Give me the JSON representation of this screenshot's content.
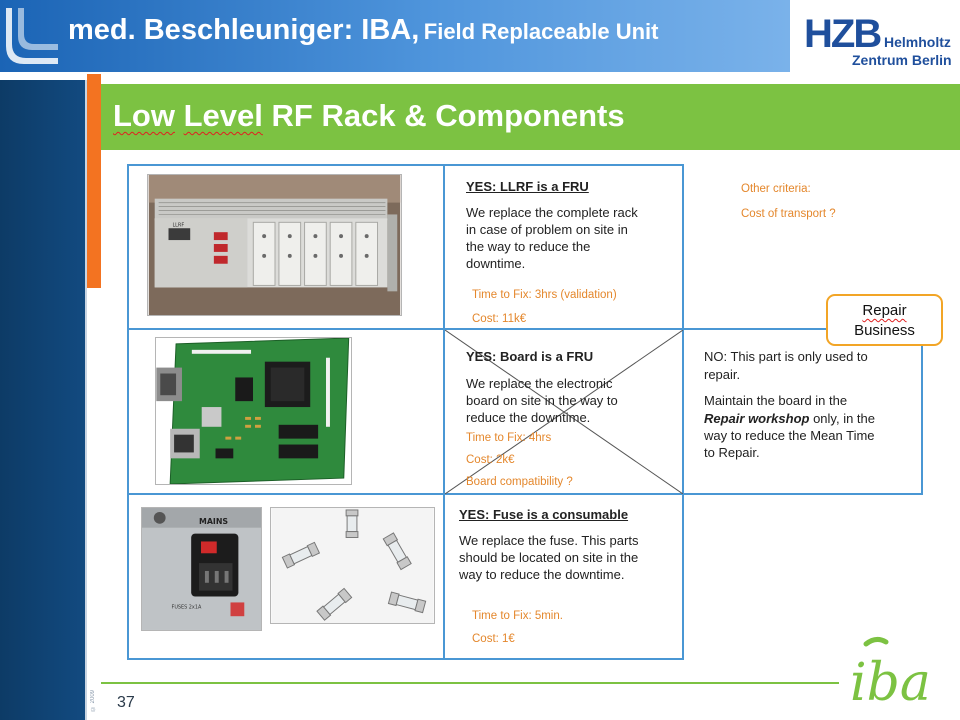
{
  "header": {
    "title_main": "med. Beschleuniger: IBA,",
    "title_sub": "Field Replaceable Unit"
  },
  "logo": {
    "abbr": "HZB",
    "line1": "Helmholtz",
    "line2": "Zentrum Berlin"
  },
  "slide": {
    "title_word1": "Low",
    "title_word2": "Level",
    "title_rest": "RF Rack & Components"
  },
  "rows": [
    {
      "heading": "YES:  LLRF is a FRU",
      "body": [
        "We replace the complete  rack",
        "in case of problem on site in",
        "the way to reduce the",
        "downtime."
      ],
      "time": "Time to Fix: 3hrs (validation)",
      "cost": "Cost: 11k€"
    },
    {
      "heading": "YES:  Board is a FRU",
      "body": [
        "We replace the electronic",
        "board on site in the way to",
        "reduce the downtime."
      ],
      "time": "Time to Fix: 4hrs",
      "cost": "Cost: 2k€",
      "extra": "Board compatibility ?"
    },
    {
      "heading": "YES: Fuse is a consumable",
      "body": [
        "We replace the fuse. This parts",
        "should be located on site in the",
        "way to reduce the downtime."
      ],
      "time": "Time to Fix: 5min.",
      "cost": "Cost: 1€"
    }
  ],
  "no_cell": {
    "line1": "NO:  This part is only used to",
    "line2": "repair.",
    "line3": "Maintain the board in the",
    "emph": "Repair workshop",
    "line4_rest": " only, in the",
    "line5": "way to reduce the Mean Time",
    "line6": "to Repair."
  },
  "criteria": {
    "label": "Other criteria:",
    "item": "Cost of transport  ?"
  },
  "callout": {
    "word1": "Repair",
    "word2": "Business"
  },
  "photos": {
    "rack_label": "LLRF",
    "fuse_label": "MAINS",
    "fuse_small": "FUSES 2x1A"
  },
  "footer": {
    "page_number": "37",
    "copyright": "© 2009",
    "iba": "iba"
  },
  "colors": {
    "header_blue": "#1b64b5",
    "title_green": "#7cc242",
    "rail_blue": "#0d3b66",
    "accent_orange": "#f37321",
    "table_blue": "#4a97d4",
    "note_orange": "#e4872c"
  }
}
